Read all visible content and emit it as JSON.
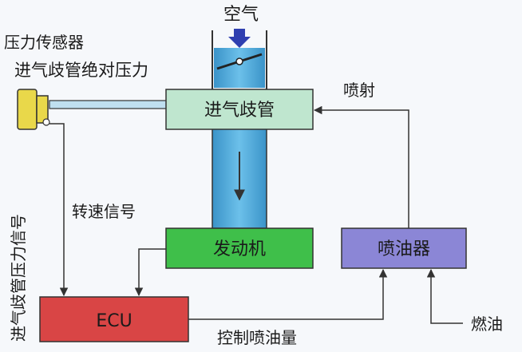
{
  "labels": {
    "air": "空气",
    "pressure_sensor": "压力传感器",
    "abs_pressure": "进气歧管绝对压力",
    "injection": "喷射",
    "speed_signal": "转速信号",
    "pressure_signal": "进气歧管压力信号",
    "control_qty": "控制喷油量",
    "fuel": "燃油"
  },
  "boxes": {
    "manifold": "进气歧管",
    "engine": "发动机",
    "injector": "喷油器",
    "ecu": "ECU"
  },
  "colors": {
    "manifold_fill": "#bfe6cf",
    "engine_fill": "#3fbf4a",
    "injector_fill": "#8b86d6",
    "ecu_fill": "#d94545",
    "pipe_fill": "#4aa8d8",
    "sensor_fill": "#e9d84a",
    "air_arrow": "#2f3fb0"
  }
}
